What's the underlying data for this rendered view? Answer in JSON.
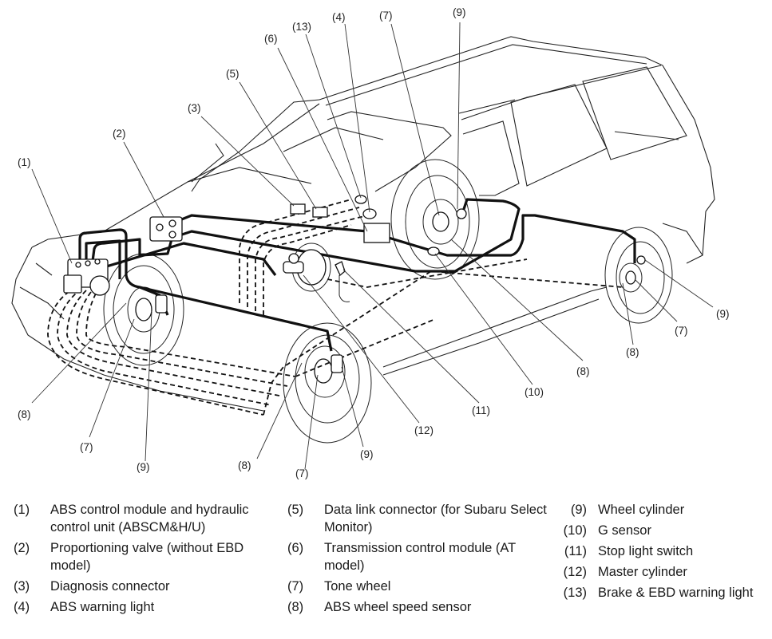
{
  "figure": {
    "subject": "ABS / EBD brake system component layout"
  },
  "callouts": {
    "c1": "(1)",
    "c2": "(2)",
    "c3": "(3)",
    "c4": "(4)",
    "c5": "(5)",
    "c6": "(6)",
    "c7_top": "(7)",
    "c9_top": "(9)",
    "c13": "(13)",
    "c8_fl": "(8)",
    "c7_fl": "(7)",
    "c9_fl": "(9)",
    "c8_fr": "(8)",
    "c7_fr": "(7)",
    "c9_fr": "(9)",
    "c12": "(12)",
    "c11": "(11)",
    "c10": "(10)",
    "c8_rl": "(8)",
    "c8_rr": "(8)",
    "c7_rr": "(7)",
    "c9_rr": "(9)"
  },
  "legend": {
    "col1": [
      {
        "num": "(1)",
        "text": "ABS control module and hydraulic control unit (ABSCM&H/U)"
      },
      {
        "num": "(2)",
        "text": "Proportioning valve (without EBD model)"
      },
      {
        "num": "(3)",
        "text": "Diagnosis connector"
      },
      {
        "num": "(4)",
        "text": "ABS warning light"
      }
    ],
    "col2": [
      {
        "num": "(5)",
        "text": "Data link connector (for Subaru Select Monitor)"
      },
      {
        "num": "(6)",
        "text": "Transmission control module (AT model)"
      },
      {
        "num": "(7)",
        "text": "Tone wheel"
      },
      {
        "num": "(8)",
        "text": "ABS wheel speed sensor"
      }
    ],
    "col3": [
      {
        "num": "(9)",
        "text": "Wheel cylinder"
      },
      {
        "num": "(10)",
        "text": "G sensor"
      },
      {
        "num": "(11)",
        "text": "Stop light switch"
      },
      {
        "num": "(12)",
        "text": "Master cylinder"
      },
      {
        "num": "(13)",
        "text": "Brake & EBD warning light"
      }
    ]
  }
}
